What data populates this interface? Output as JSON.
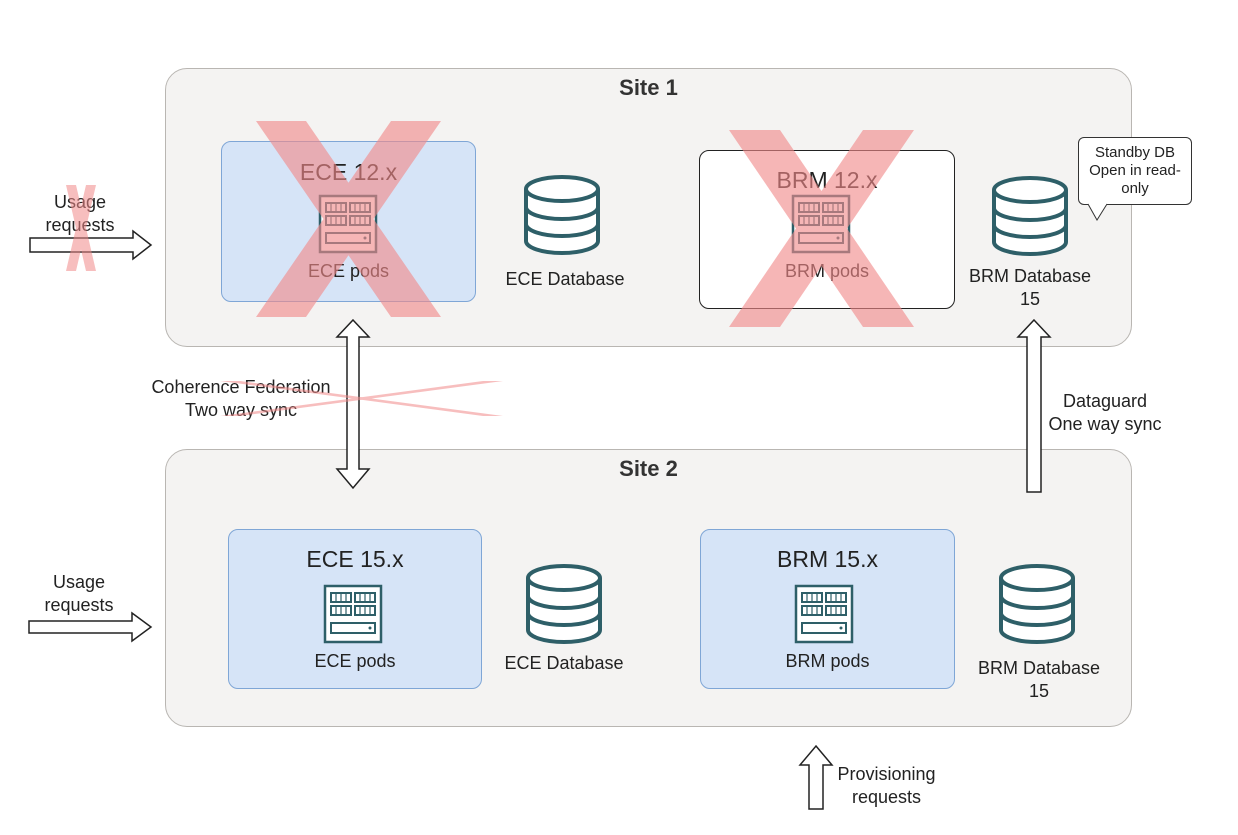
{
  "site1": {
    "title": "Site 1",
    "ece": {
      "title": "ECE 12.x",
      "pods_label": "ECE pods",
      "status": "failed"
    },
    "ece_db_label": "ECE Database",
    "brm": {
      "title": "BRM 12.x",
      "pods_label": "BRM pods",
      "status": "failed"
    },
    "brm_db_label_line1": "BRM Database",
    "brm_db_label_line2": "15",
    "callout": {
      "line1": "Standby DB",
      "line2": "Open in read-",
      "line3": "only"
    },
    "usage_line1": "Usage",
    "usage_line2": "requests"
  },
  "site2": {
    "title": "Site 2",
    "ece": {
      "title": "ECE 15.x",
      "pods_label": "ECE pods"
    },
    "ece_db_label": "ECE Database",
    "brm": {
      "title": "BRM 15.x",
      "pods_label": "BRM pods"
    },
    "brm_db_label_line1": "BRM Database",
    "brm_db_label_line2": "15",
    "usage_line1": "Usage",
    "usage_line2": "requests"
  },
  "links": {
    "coherence_line1": "Coherence Federation",
    "coherence_line2": "Two way sync",
    "dataguard_line1": "Dataguard",
    "dataguard_line2": "One way sync",
    "provisioning_line1": "Provisioning",
    "provisioning_line2": "requests"
  },
  "colors": {
    "site_bg": "#f4f3f2",
    "component_blue": "#d6e4f7",
    "icon_teal": "#2e5f68",
    "failure_red": "#f28a8a"
  }
}
